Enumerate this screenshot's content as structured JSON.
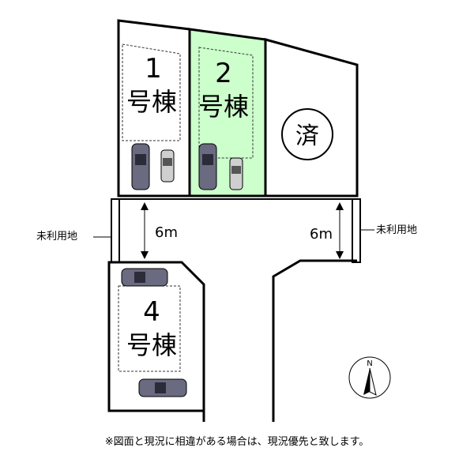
{
  "lots": [
    {
      "num": "1",
      "label": "号棟"
    },
    {
      "num": "2",
      "label": "号棟"
    },
    {
      "num": "4",
      "label": "号棟"
    }
  ],
  "sold": {
    "label": "済"
  },
  "road_width": [
    "6m",
    "6m"
  ],
  "unused_land": [
    "未利用地",
    "未利用地"
  ],
  "compass": {
    "label": "N"
  },
  "note": "※図面と現況に相違がある場合は、現況優先と致します。",
  "colors": {
    "lot2_fill": "#ccffcc",
    "line": "#000000",
    "road": "#ffffff",
    "lot": "#ffffff"
  }
}
